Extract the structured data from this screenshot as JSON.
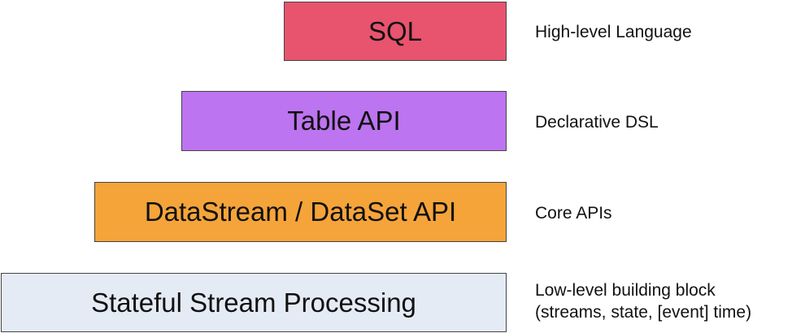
{
  "layers": [
    {
      "label": "SQL",
      "description": [
        "High-level Language"
      ],
      "color": "#e8536e"
    },
    {
      "label": "Table API",
      "description": [
        "Declarative DSL"
      ],
      "color": "#bd74f0"
    },
    {
      "label": "DataStream / DataSet API",
      "description": [
        "Core APIs"
      ],
      "color": "#f5a43a"
    },
    {
      "label": "Stateful Stream Processing",
      "description": [
        "Low-level building block",
        "(streams, state, [event] time)"
      ],
      "color": "#e5ebf5"
    }
  ]
}
